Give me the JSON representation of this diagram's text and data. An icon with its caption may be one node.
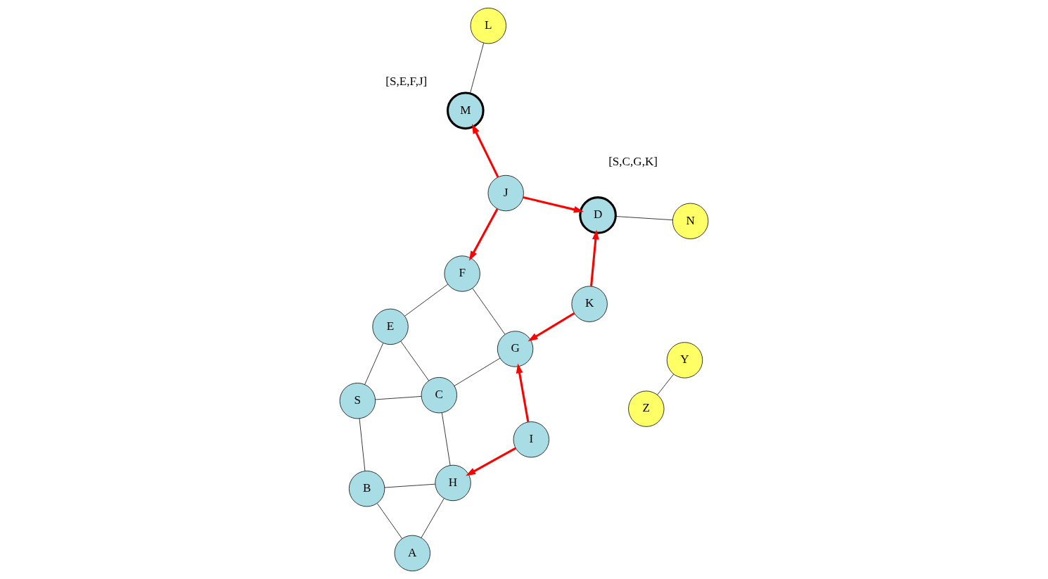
{
  "diagram": {
    "nodes": [
      {
        "text": [
          "Y"
        ]
      },
      {
        "text": [
          "Z"
        ]
      },
      {
        "text": [
          "S"
        ]
      },
      {
        "text": [
          "E"
        ]
      },
      {
        "text": [
          "F"
        ]
      },
      {
        "text": [
          "B"
        ]
      },
      {
        "text": [
          "C"
        ]
      },
      {
        "text": [
          "M"
        ]
      },
      {
        "text": [
          "L"
        ]
      },
      {
        "text": [
          "J"
        ]
      },
      {
        "text": [
          "A"
        ]
      },
      {
        "text": [
          "G"
        ]
      },
      {
        "text": [
          "H"
        ]
      },
      {
        "text": [
          "D"
        ]
      },
      {
        "text": [
          "K"
        ]
      },
      {
        "text": [
          "N"
        ]
      },
      {
        "text": [
          "I"
        ]
      }
    ],
    "edges": [
      {
        "from": 0,
        "to": 1,
        "arrow": "none"
      },
      {
        "from": 2,
        "to": 3,
        "arrow": "none"
      },
      {
        "from": 2,
        "to": 5,
        "arrow": "none"
      },
      {
        "from": 2,
        "to": 6,
        "arrow": "none"
      },
      {
        "from": 3,
        "to": 6,
        "arrow": "none"
      },
      {
        "from": 3,
        "to": 4,
        "arrow": "none"
      },
      {
        "from": 5,
        "to": 10,
        "arrow": "none"
      },
      {
        "from": 5,
        "to": 12,
        "arrow": "none"
      },
      {
        "from": 10,
        "to": 12,
        "arrow": "none"
      },
      {
        "from": 6,
        "to": 12,
        "arrow": "none"
      },
      {
        "from": 6,
        "to": 11,
        "arrow": "none"
      },
      {
        "from": 4,
        "to": 11,
        "arrow": "none"
      },
      {
        "from": 7,
        "to": 8,
        "arrow": "none"
      },
      {
        "from": 13,
        "to": 15,
        "arrow": "none"
      },
      {
        "from": 16,
        "to": 12,
        "arrow": "to",
        "style": "thick",
        "color": "#ff0000"
      },
      {
        "from": 16,
        "to": 11,
        "arrow": "to",
        "style": "thick",
        "color": "#ff0000"
      },
      {
        "from": 14,
        "to": 11,
        "arrow": "to",
        "style": "thick",
        "color": "#ff0000"
      },
      {
        "from": 14,
        "to": 13,
        "arrow": "to",
        "style": "thick",
        "color": "#ff0000"
      },
      {
        "from": 9,
        "to": 4,
        "arrow": "to",
        "style": "thick",
        "color": "#ff0000"
      },
      {
        "from": 9,
        "to": 7,
        "arrow": "to",
        "style": "thick",
        "color": "#ff0000"
      },
      {
        "from": 9,
        "to": 13,
        "arrow": "to",
        "style": "thick",
        "color": "#ff0000"
      }
    ],
    "labels": [
      "[S,E,F,J]",
      "[S,C,G,K]"
    ]
  }
}
